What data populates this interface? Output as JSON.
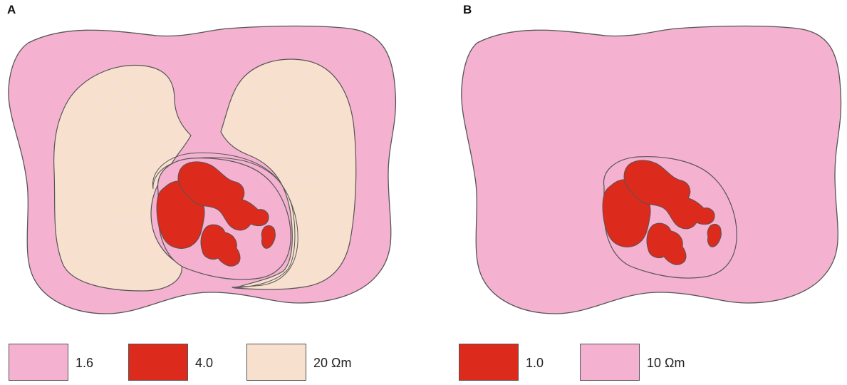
{
  "panels": [
    {
      "id": "A",
      "label": "A",
      "legend": [
        {
          "color": "#f4b2d0",
          "texture": "none",
          "label": "1.6"
        },
        {
          "color": "#dc2a1c",
          "texture": "none",
          "label": "4.0"
        },
        {
          "color": "#f7e0d0",
          "texture": "speckle",
          "label": "20 Ωm"
        }
      ]
    },
    {
      "id": "B",
      "label": "B",
      "legend": [
        {
          "color": "#dc2a1c",
          "texture": "none",
          "label": "1.0"
        },
        {
          "color": "#f4b2d0",
          "texture": "none",
          "label": "10 Ωm"
        }
      ]
    }
  ],
  "colors": {
    "torso": "#f4b2d0",
    "lung": "#f7e0d0",
    "blood": "#dc2a1c",
    "outline": "#555555"
  }
}
